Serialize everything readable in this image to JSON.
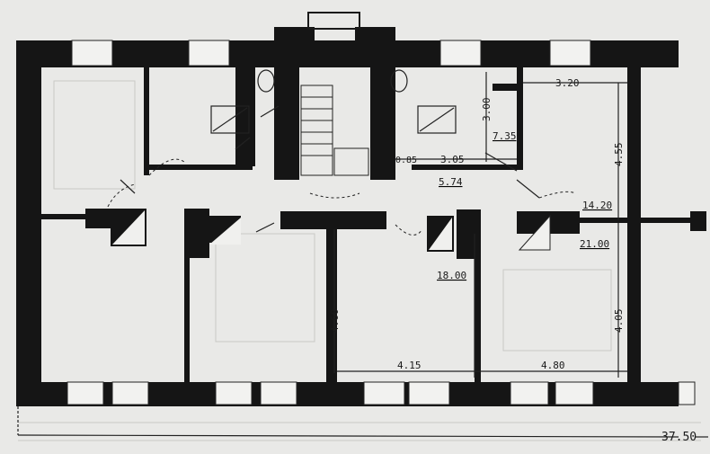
{
  "drawing": {
    "type": "floor plan",
    "dimensions": {
      "top_right_width": "3.20",
      "right_upper_depth": "4.55",
      "kitchen_depth": "3.00",
      "door_gap": "0.85",
      "hall_width": "3.05",
      "left_lower_depth": "4.60",
      "right_lower_depth": "4.05",
      "middle_room_width": "4.15",
      "right_room_width": "4.80",
      "total_length": "37.50"
    },
    "areas": {
      "kitchen": "7.35",
      "hall": "5.74",
      "room_upper_right": "14.20",
      "room_lower_right": "21.00",
      "room_lower_middle": "18.00"
    }
  }
}
